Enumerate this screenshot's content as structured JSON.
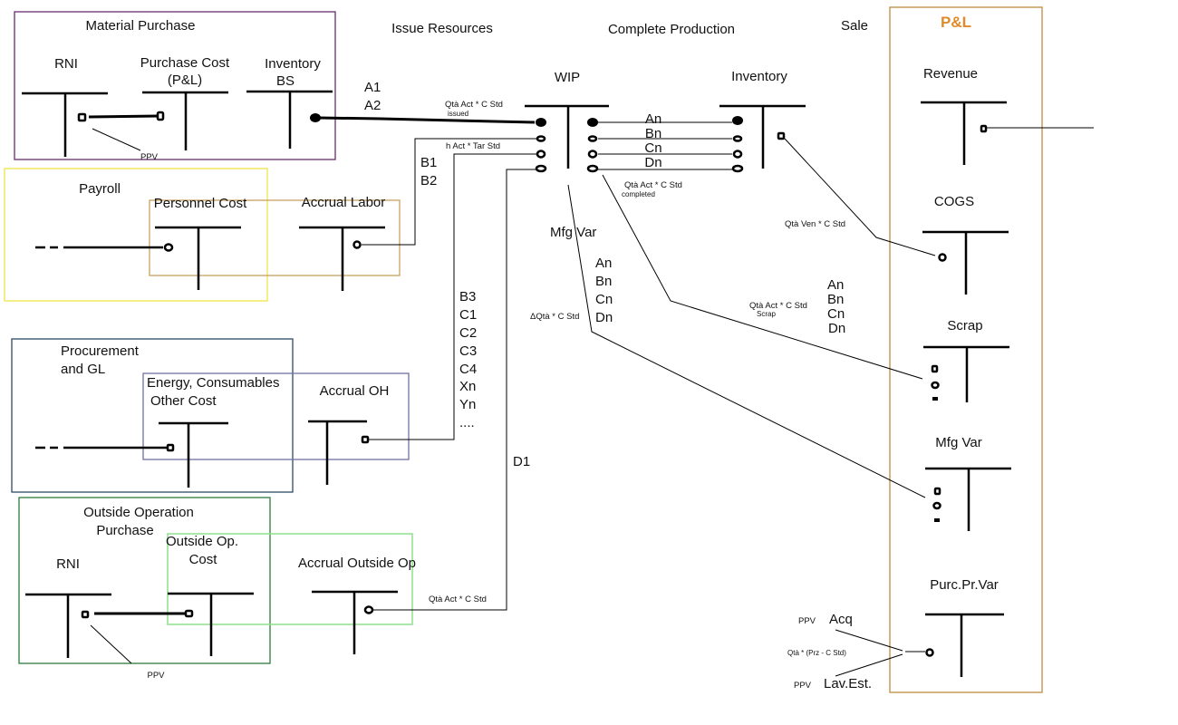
{
  "headers": {
    "issue_resources": "Issue Resources",
    "complete_production": "Complete Production",
    "sale": "Sale",
    "pl": "P&L"
  },
  "groups": {
    "material_purchase": {
      "title": "Material Purchase",
      "rni": "RNI",
      "purchase_cost_l1": "Purchase Cost",
      "purchase_cost_l2": "(P&L)",
      "inventory_l1": "Inventory",
      "inventory_l2": "BS",
      "ppv": "PPV",
      "color": "#6a2c70"
    },
    "payroll": {
      "title": "Payroll",
      "personnel_cost": "Personnel Cost",
      "accrual_labor": "Accrual Labor",
      "color": "#f2e860",
      "inner_color": "#c8a060"
    },
    "procurement": {
      "title_l1": "Procurement",
      "title_l2": "and GL",
      "energy_l1": "Energy, Consumables",
      "energy_l2": "Other Cost",
      "accrual_oh": "Accrual OH",
      "color": "#2c4a66",
      "inner_color": "#7070a0"
    },
    "outside_op": {
      "title_l1": "Outside Operation",
      "title_l2": "Purchase",
      "rni": "RNI",
      "cost_l1": "Outside Op.",
      "cost_l2": "Cost",
      "accrual": "Accrual Outside Op",
      "ppv": "PPV",
      "color": "#2f7a3a",
      "inner_color": "#8ee08e"
    }
  },
  "production": {
    "wip": "WIP",
    "inventory": "Inventory",
    "flow_labels": [
      "An",
      "Bn",
      "Cn",
      "Dn"
    ],
    "issued_formula": "Qtà Act * C Std",
    "issued_note": "issued",
    "labor_formula": "h Act * Tar Std",
    "completed_formula": "Qtà Act * C Std",
    "completed_note": "completed",
    "mfg_var": "Mfg Var",
    "mfg_var_items": [
      "An",
      "Bn",
      "Cn",
      "Dn"
    ],
    "delta_formula": "ΔQtà * C Std",
    "scrap_formula": "Qtà Act * C Std",
    "scrap_note": "Scrap",
    "scrap_items": [
      "An",
      "Bn",
      "Cn",
      "Dn"
    ],
    "cogs_formula": "Qtà Ven *  C Std",
    "outside_formula": "Qtà Act * C Std"
  },
  "codes": {
    "a": [
      "A1",
      "A2"
    ],
    "b": [
      "B1",
      "B2"
    ],
    "c": [
      "B3",
      "C1",
      "C2",
      "C3",
      "C4",
      "Xn",
      "Yn",
      "...."
    ],
    "d": [
      "D1"
    ]
  },
  "pl_accounts": {
    "revenue": "Revenue",
    "cogs": "COGS",
    "scrap": "Scrap",
    "mfg_var": "Mfg Var",
    "purc_pr_var": "Purc.Pr.Var",
    "ppv_label": "PPV",
    "ppv_acq": "Acq",
    "ppv_lav": "Lav.Est.",
    "ppv_formula": "Qtà * (Prz - C Std)",
    "color": "#c89a5a"
  }
}
